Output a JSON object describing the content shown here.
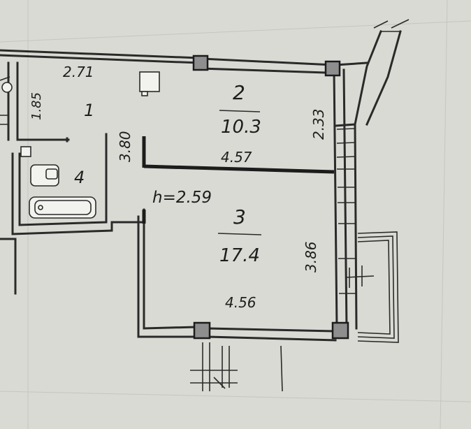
{
  "rooms": [
    {
      "number": "1",
      "dimensions": [
        "2.71",
        "1.85"
      ]
    },
    {
      "number": "2",
      "area": "10.3",
      "dimensions": [
        "4.57",
        "2.33"
      ]
    },
    {
      "number": "3",
      "area": "17.4",
      "dimensions": [
        "4.56",
        "3.86"
      ]
    },
    {
      "number": "4"
    }
  ],
  "corridor_dimension": "3.80",
  "ceiling_height": "h=2.59"
}
